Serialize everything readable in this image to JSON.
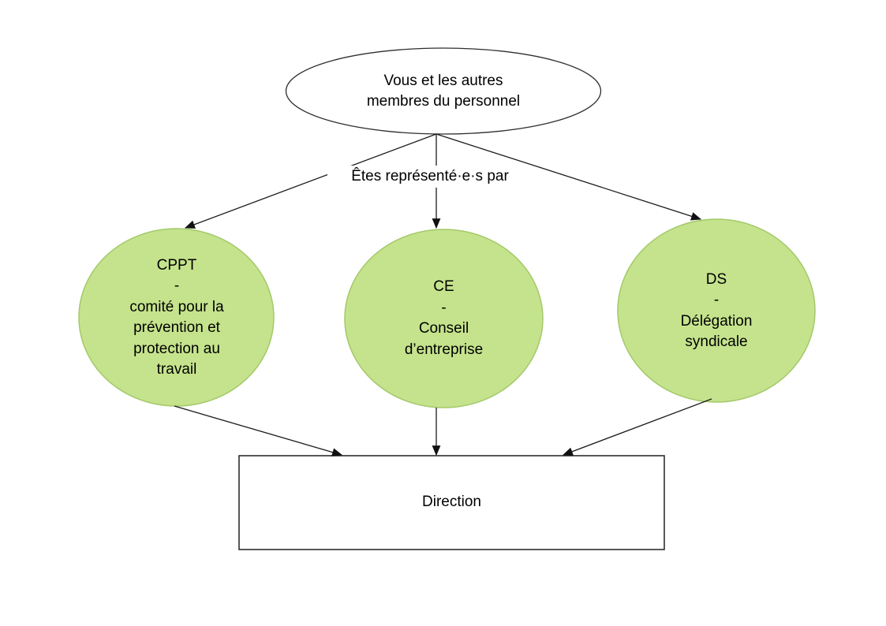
{
  "diagram": {
    "title_node": {
      "label": "Vous et les autres\nmembres du personnel"
    },
    "edge_label": {
      "text": "Êtes représenté·e·s par"
    },
    "nodes": [
      {
        "id": "cppt",
        "label": "CPPT\n-\ncomité pour la\nprévention et\nprotection au\ntravail"
      },
      {
        "id": "ce",
        "label": "CE\n-\nConseil\nd’entreprise"
      },
      {
        "id": "ds",
        "label": "DS\n-\nDélégation\nsyndicale"
      }
    ],
    "direction_node": {
      "label": "Direction"
    },
    "colors": {
      "node_fill": "#c5e38c",
      "node_stroke": "#a3c96a",
      "connector": "#1c1c1c",
      "outline": "#2e2e2e",
      "text": "#000000",
      "background": "#ffffff"
    }
  }
}
